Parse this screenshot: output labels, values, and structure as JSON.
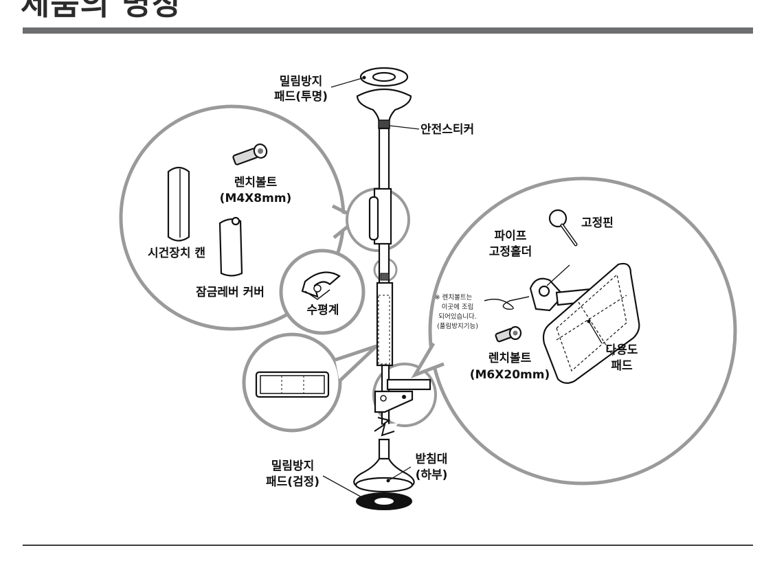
{
  "title": "제품의 명칭",
  "labels": {
    "pad_top_1": "밀림방지",
    "pad_top_2": "패드(투명)",
    "safety_sticker": "안전스티커",
    "wrench_bolt_small_1": "렌치볼트",
    "wrench_bolt_small_2": "(M4X8mm)",
    "timer_cap": "시건장치 캔",
    "lock_lever_cover": "잠금레버 커버",
    "level": "수평계",
    "fixing_pin": "고정핀",
    "pipe_holder_1": "파이프",
    "pipe_holder_2": "고정홀더",
    "note_1": "※ 렌치볼트는",
    "note_2": "이곳에 조립",
    "note_3": "되어있습니다.",
    "note_4": "(풀림방지기능)",
    "multi_pad_1": "다용도",
    "multi_pad_2": "패드",
    "wrench_bolt_large_1": "렌치볼트",
    "wrench_bolt_large_2": "(M6X20mm)",
    "pad_bottom_1": "밀림방지",
    "pad_bottom_2": "패드(검정)",
    "stand_1": "받침대",
    "stand_2": "(하부)"
  },
  "colors": {
    "rule": "#6d6e70",
    "callout": "#9a9a9a",
    "line": "#111111"
  }
}
